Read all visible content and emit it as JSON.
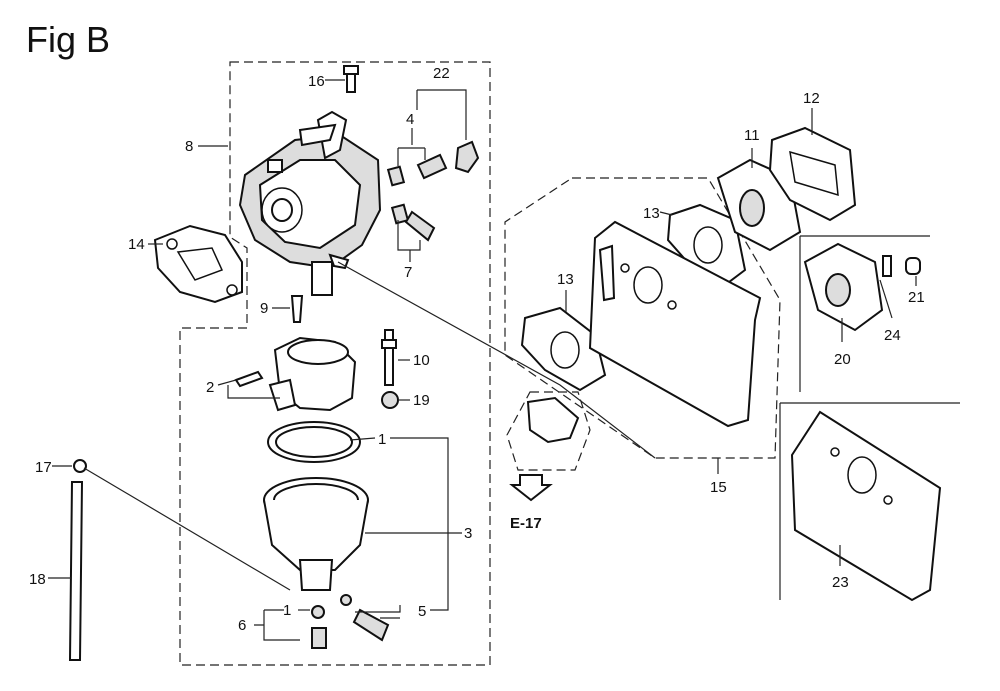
{
  "figure": {
    "title": "Fig B",
    "ref_label": "E-17"
  },
  "callouts": [
    "1",
    "1",
    "2",
    "3",
    "4",
    "5",
    "6",
    "7",
    "8",
    "9",
    "10",
    "11",
    "12",
    "13",
    "13",
    "14",
    "15",
    "16",
    "17",
    "18",
    "19",
    "20",
    "21",
    "22",
    "23",
    "24"
  ]
}
